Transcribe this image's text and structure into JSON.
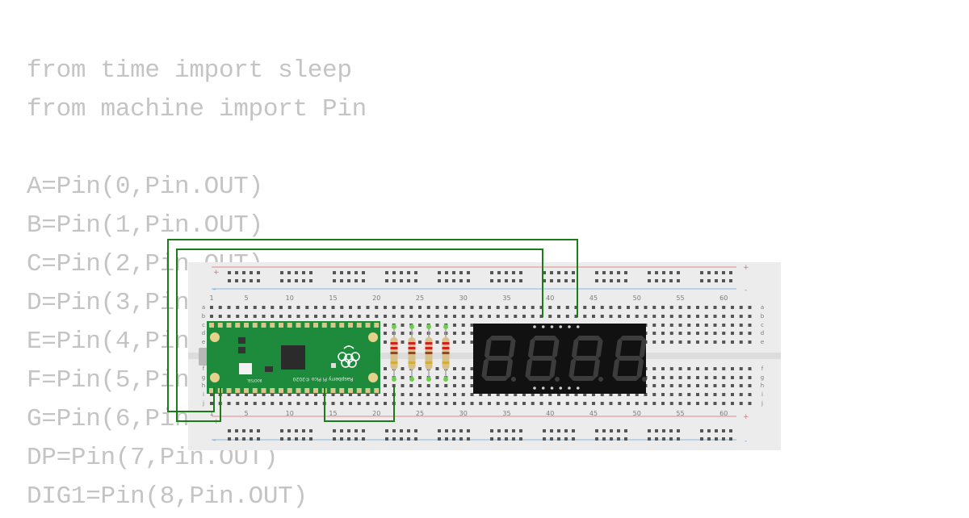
{
  "code_lines": [
    "from time import sleep",
    "from machine import Pin",
    "",
    "A=Pin(0,Pin.OUT)",
    "B=Pin(1,Pin.OUT)",
    "C=Pin(2,Pin.OUT)",
    "D=Pin(3,Pin.OUT)",
    "E=Pin(4,Pin.OUT)",
    "F=Pin(5,Pin.OUT)",
    "G=Pin(6,Pin.OUT)",
    "DP=Pin(7,Pin.OUT)",
    "DIG1=Pin(8,Pin.OUT)"
  ],
  "breadboard": {
    "column_labels": [
      "1",
      "5",
      "10",
      "15",
      "20",
      "25",
      "30",
      "35",
      "40",
      "45",
      "50",
      "55",
      "60"
    ],
    "row_labels_top": [
      "a",
      "b",
      "c",
      "d",
      "e"
    ],
    "row_labels_bottom": [
      "f",
      "g",
      "h",
      "i",
      "j"
    ],
    "plus_label": "+",
    "minus_label": "-"
  },
  "pico": {
    "silkscreen": "Raspberry Pi Pico ©2020",
    "bootsel": "BOOTSEL"
  },
  "colors": {
    "wire": "#1a7d1a",
    "board": "#ececec",
    "pico_pcb": "#1d8a3c",
    "display_body": "#111111",
    "segment_off": "#3c3c3c"
  }
}
